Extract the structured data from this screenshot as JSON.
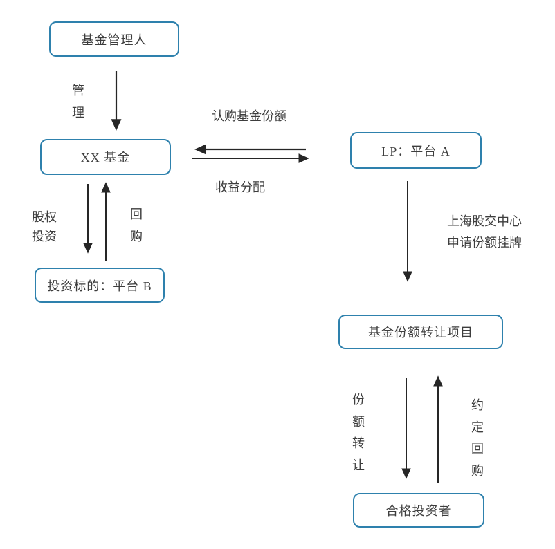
{
  "diagram": {
    "type": "flowchart",
    "language": "zh-CN",
    "colors": {
      "background": "#ffffff",
      "node_border": "#2e81ad",
      "arrow": "#262626",
      "text": "#3d3d3d"
    },
    "nodes": [
      {
        "id": "fund-manager",
        "label": "基金管理人"
      },
      {
        "id": "xx-fund",
        "label": "XX 基金"
      },
      {
        "id": "lp-platform-a",
        "label": "LP：平台 A"
      },
      {
        "id": "investment-target",
        "label": "投资标的：平台 B"
      },
      {
        "id": "fund-share-transfer-project",
        "label": "基金份额转让项目"
      },
      {
        "id": "qualified-investor",
        "label": "合格投资者"
      }
    ],
    "edge_labels": {
      "manage": "管理",
      "subscribe_shares": "认购基金份额",
      "income_distribution": "收益分配",
      "equity_investment": "股权投资",
      "repurchase": "回购",
      "listing_line1": "上海股交中心",
      "listing_line2": "申请份额挂牌",
      "share_transfer": "份额转让",
      "agreed_repurchase": "约定回购"
    },
    "edges": [
      {
        "from": "fund-manager",
        "to": "xx-fund",
        "label": "管理",
        "direction": "down"
      },
      {
        "from": "lp-platform-a",
        "to": "xx-fund",
        "label": "认购基金份额",
        "direction": "left"
      },
      {
        "from": "xx-fund",
        "to": "lp-platform-a",
        "label": "收益分配",
        "direction": "right"
      },
      {
        "from": "xx-fund",
        "to": "investment-target",
        "label": "股权投资",
        "direction": "down"
      },
      {
        "from": "investment-target",
        "to": "xx-fund",
        "label": "回购",
        "direction": "up"
      },
      {
        "from": "lp-platform-a",
        "to": "fund-share-transfer-project",
        "label": "上海股交中心申请份额挂牌",
        "direction": "down"
      },
      {
        "from": "fund-share-transfer-project",
        "to": "qualified-investor",
        "label": "份额转让",
        "direction": "down"
      },
      {
        "from": "qualified-investor",
        "to": "fund-share-transfer-project",
        "label": "约定回购",
        "direction": "up"
      }
    ]
  }
}
